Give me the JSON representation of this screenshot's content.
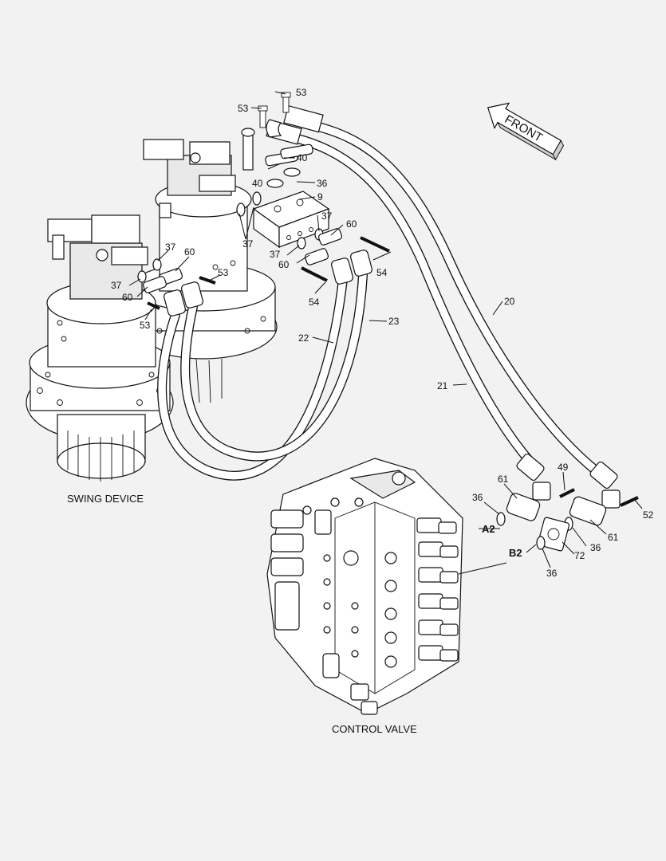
{
  "captions": {
    "swing_device": "SWING DEVICE",
    "control_valve": "CONTROL VALVE",
    "front": "FRONT"
  },
  "callouts": [
    {
      "id": "c53a",
      "text": "53"
    },
    {
      "id": "c53b",
      "text": "53"
    },
    {
      "id": "c40a",
      "text": "40"
    },
    {
      "id": "c40b",
      "text": "40"
    },
    {
      "id": "c36a",
      "text": "36"
    },
    {
      "id": "c9",
      "text": "9"
    },
    {
      "id": "c37a",
      "text": "37"
    },
    {
      "id": "c37b",
      "text": "37"
    },
    {
      "id": "c37c",
      "text": "37"
    },
    {
      "id": "c37d",
      "text": "37"
    },
    {
      "id": "c37e",
      "text": "37"
    },
    {
      "id": "c60a",
      "text": "60"
    },
    {
      "id": "c60b",
      "text": "60"
    },
    {
      "id": "c60c",
      "text": "60"
    },
    {
      "id": "c60d",
      "text": "60"
    },
    {
      "id": "c54a",
      "text": "54"
    },
    {
      "id": "c54b",
      "text": "54"
    },
    {
      "id": "c53c",
      "text": "53"
    },
    {
      "id": "c53d",
      "text": "53"
    },
    {
      "id": "c20",
      "text": "20"
    },
    {
      "id": "c21",
      "text": "21"
    },
    {
      "id": "c22",
      "text": "22"
    },
    {
      "id": "c23",
      "text": "23"
    },
    {
      "id": "c49",
      "text": "49"
    },
    {
      "id": "c61a",
      "text": "61"
    },
    {
      "id": "c61b",
      "text": "61"
    },
    {
      "id": "c52",
      "text": "52"
    },
    {
      "id": "c36b",
      "text": "36"
    },
    {
      "id": "c36c",
      "text": "36"
    },
    {
      "id": "c36d",
      "text": "36"
    },
    {
      "id": "c72",
      "text": "72"
    }
  ],
  "ports": {
    "a2": "A2",
    "b2": "B2"
  },
  "colors": {
    "background": "#f2f2f2",
    "line": "#111111",
    "fill": "#ffffff"
  }
}
